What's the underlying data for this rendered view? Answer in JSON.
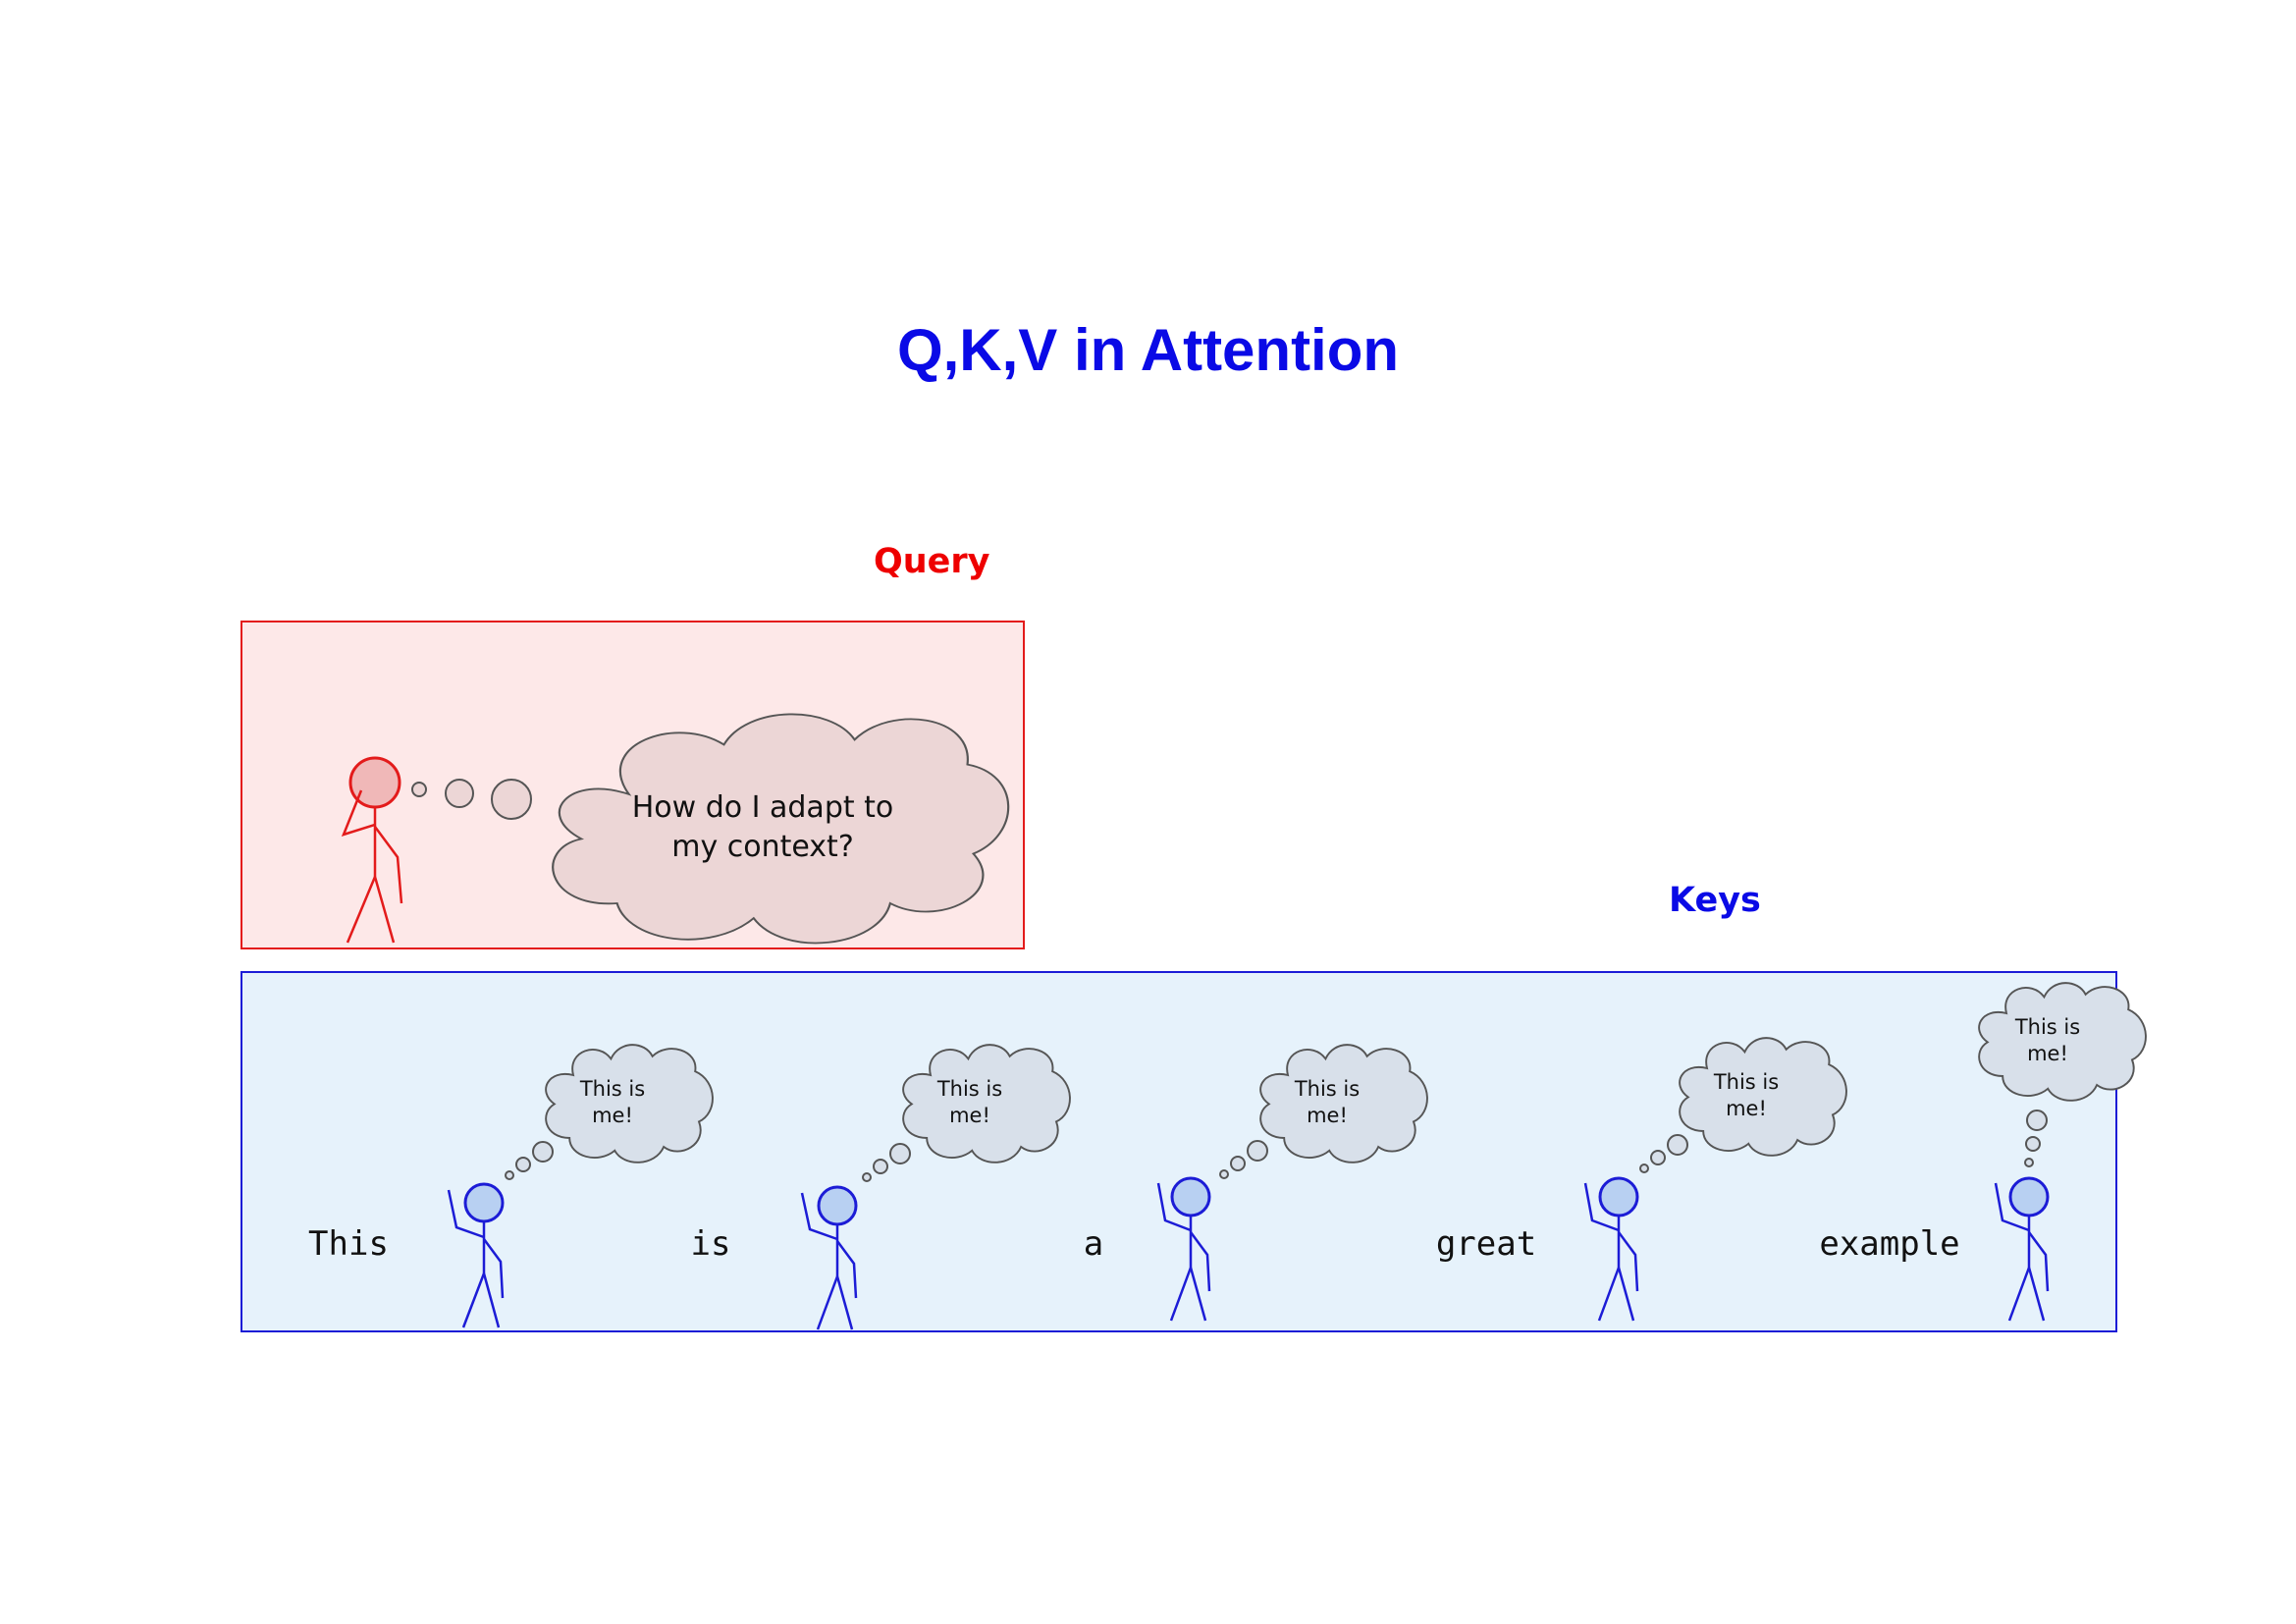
{
  "title": "Q,K,V in Attention",
  "query": {
    "label": "Query",
    "thought_line1": "How do I adapt to",
    "thought_line2": "my context?"
  },
  "keys": {
    "label": "Keys",
    "words": [
      "This",
      "is",
      "a",
      "great",
      "example"
    ],
    "thought_line1": "This is",
    "thought_line2": "me!"
  },
  "colors": {
    "title": "#0a0ae6",
    "query_accent": "#ee0000",
    "query_fill": "#fde8e8",
    "keys_accent": "#0a0ae6",
    "keys_fill": "#e6f2fb",
    "cloud_fill_query": "#ecd6d6",
    "cloud_fill_keys": "#d8e0ea",
    "head_fill_query": "#f0b8b8",
    "head_fill_keys": "#b8d0f2"
  }
}
